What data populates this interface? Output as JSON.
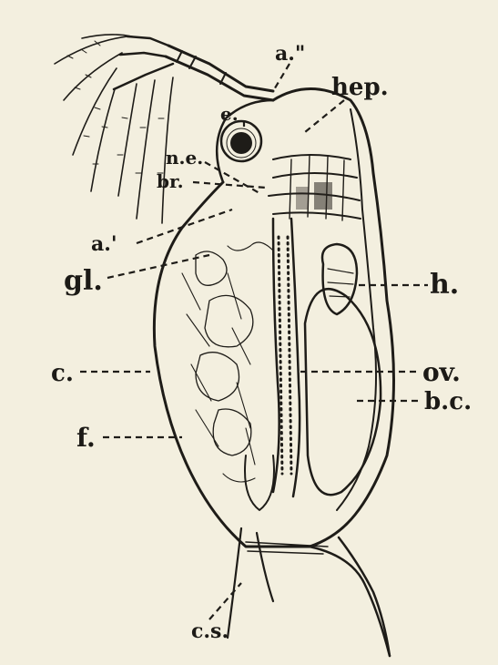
{
  "labels": {
    "a2": "a.\"",
    "hep": "hep.",
    "e": "e.",
    "ne": "n.e.",
    "br": "br.",
    "a1": "a.'",
    "gl": "gl.",
    "h": "h.",
    "c": "c.",
    "ov": "ov.",
    "bc": "b.c.",
    "f": "f.",
    "cs": "c.s."
  },
  "colors": {
    "background": "#f3efdf",
    "ink": "#1e1c18"
  }
}
